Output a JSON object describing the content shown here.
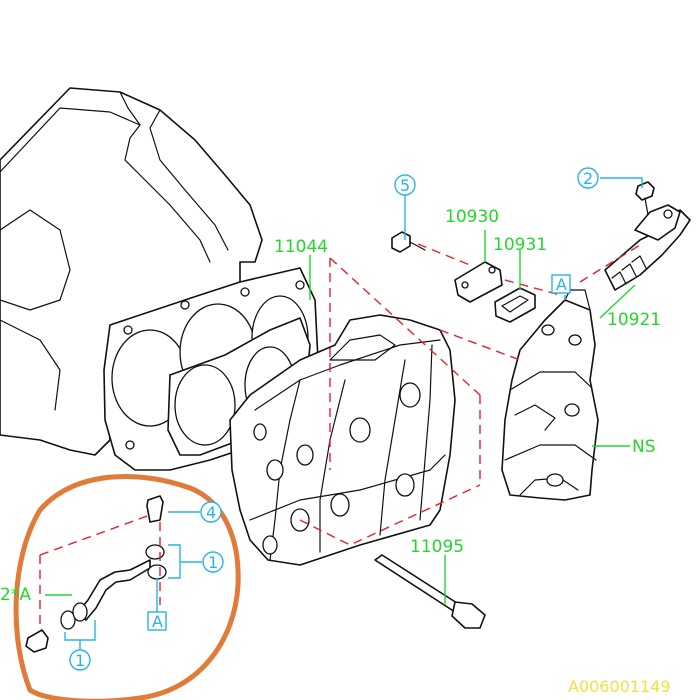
{
  "colors": {
    "part_number": "#1fd82a",
    "reference": "#28b4e6",
    "dashed_line": "#e8202a",
    "highlight_circle": "#e07b39",
    "image_id": "#f0e040"
  },
  "part_numbers": {
    "p11044": "11044",
    "p10930": "10930",
    "p10931": "10931",
    "p10921": "10921",
    "p11095": "11095",
    "ns": "NS",
    "p_star_a": "2*A"
  },
  "callouts": {
    "c1_upper": "1",
    "c1_lower": "1",
    "c2": "2",
    "c4": "4",
    "c5": "5"
  },
  "refs": {
    "a_upper": "A",
    "a_lower": "A"
  },
  "image_id": "A006001149"
}
